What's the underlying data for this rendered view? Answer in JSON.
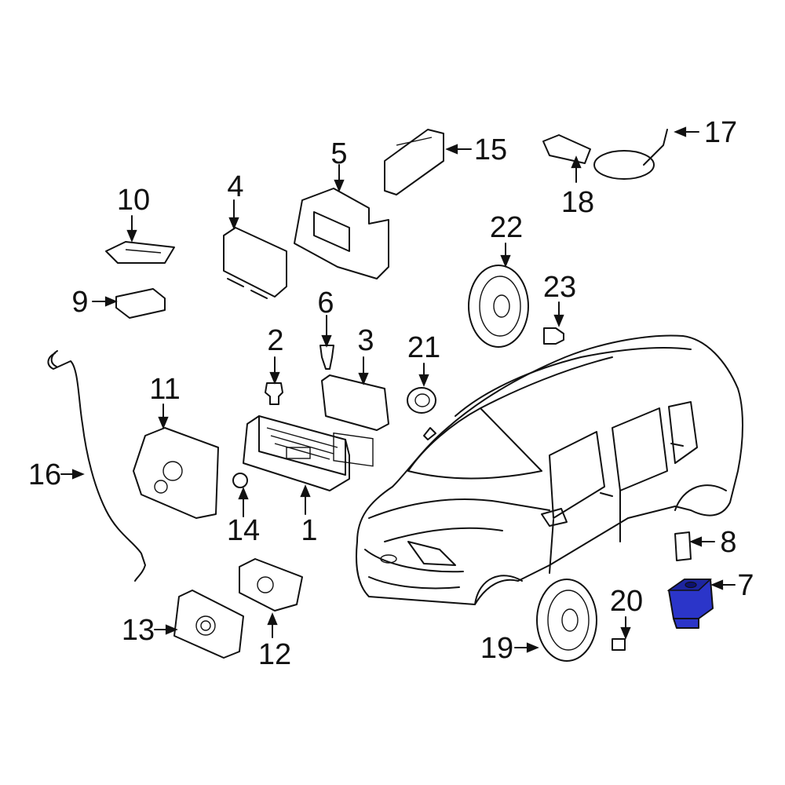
{
  "diagram": {
    "callouts": [
      {
        "id": "c1",
        "number": "1"
      },
      {
        "id": "c2",
        "number": "2"
      },
      {
        "id": "c3",
        "number": "3"
      },
      {
        "id": "c4",
        "number": "4"
      },
      {
        "id": "c5",
        "number": "5"
      },
      {
        "id": "c6",
        "number": "6"
      },
      {
        "id": "c7",
        "number": "7"
      },
      {
        "id": "c8",
        "number": "8"
      },
      {
        "id": "c9",
        "number": "9"
      },
      {
        "id": "c10",
        "number": "10"
      },
      {
        "id": "c11",
        "number": "11"
      },
      {
        "id": "c12",
        "number": "12"
      },
      {
        "id": "c13",
        "number": "13"
      },
      {
        "id": "c14",
        "number": "14"
      },
      {
        "id": "c15",
        "number": "15"
      },
      {
        "id": "c16",
        "number": "16"
      },
      {
        "id": "c17",
        "number": "17"
      },
      {
        "id": "c18",
        "number": "18"
      },
      {
        "id": "c19",
        "number": "19"
      },
      {
        "id": "c20",
        "number": "20"
      },
      {
        "id": "c21",
        "number": "21"
      },
      {
        "id": "c22",
        "number": "22"
      },
      {
        "id": "c23",
        "number": "23"
      }
    ],
    "highlight_part": "7",
    "colors": {
      "line": "#111111",
      "highlight": "#2b35c9",
      "background": "#ffffff"
    }
  }
}
